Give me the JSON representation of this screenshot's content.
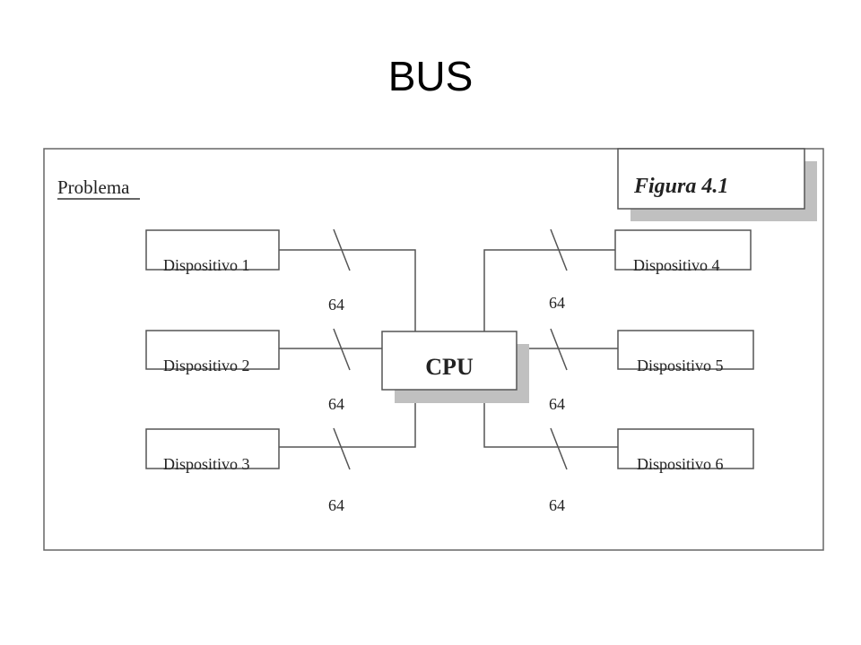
{
  "slide": {
    "title": "BUS"
  },
  "figure": {
    "problem_label": "Problema",
    "figure_label": "Figura 4.1",
    "cpu_label": "CPU",
    "devices": [
      {
        "label": "Dispositivo 1",
        "bus_width": "64"
      },
      {
        "label": "Dispositivo 2",
        "bus_width": "64"
      },
      {
        "label": "Dispositivo 3",
        "bus_width": "64"
      },
      {
        "label": "Dispositivo 4",
        "bus_width": "64"
      },
      {
        "label": "Dispositivo 5",
        "bus_width": "64"
      },
      {
        "label": "Dispositivo 6",
        "bus_width": "64"
      }
    ],
    "colors": {
      "line": "#555555",
      "shadow": "#c0c0c0",
      "text": "#222222"
    }
  }
}
